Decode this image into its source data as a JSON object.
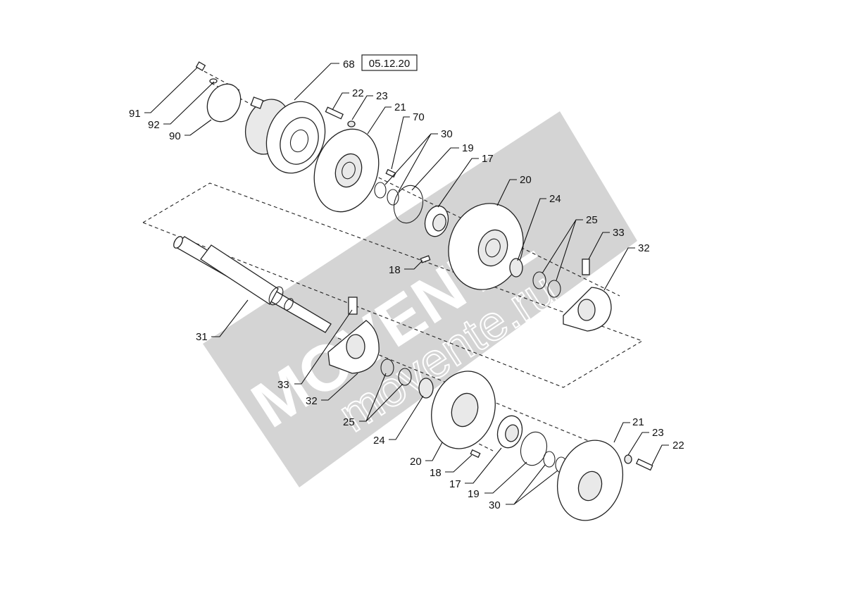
{
  "diagram": {
    "reference_box": "05.12.20",
    "watermark": {
      "brand": "MOVENTE",
      "url": "movente.ru"
    },
    "callouts": {
      "c91": "91",
      "c92": "92",
      "c90": "90",
      "c68": "68",
      "c22a": "22",
      "c23a": "23",
      "c21a": "21",
      "c70": "70",
      "c30a": "30",
      "c19a": "19",
      "c17a": "17",
      "c20a": "20",
      "c24a": "24",
      "c25a": "25",
      "c33a": "33",
      "c32a": "32",
      "c18a": "18",
      "c31": "31",
      "c33b": "33",
      "c32b": "32",
      "c25b": "25",
      "c24b": "24",
      "c20b": "20",
      "c18b": "18",
      "c17b": "17",
      "c19b": "19",
      "c30b": "30",
      "c21b": "21",
      "c23b": "23",
      "c22b": "22"
    }
  }
}
